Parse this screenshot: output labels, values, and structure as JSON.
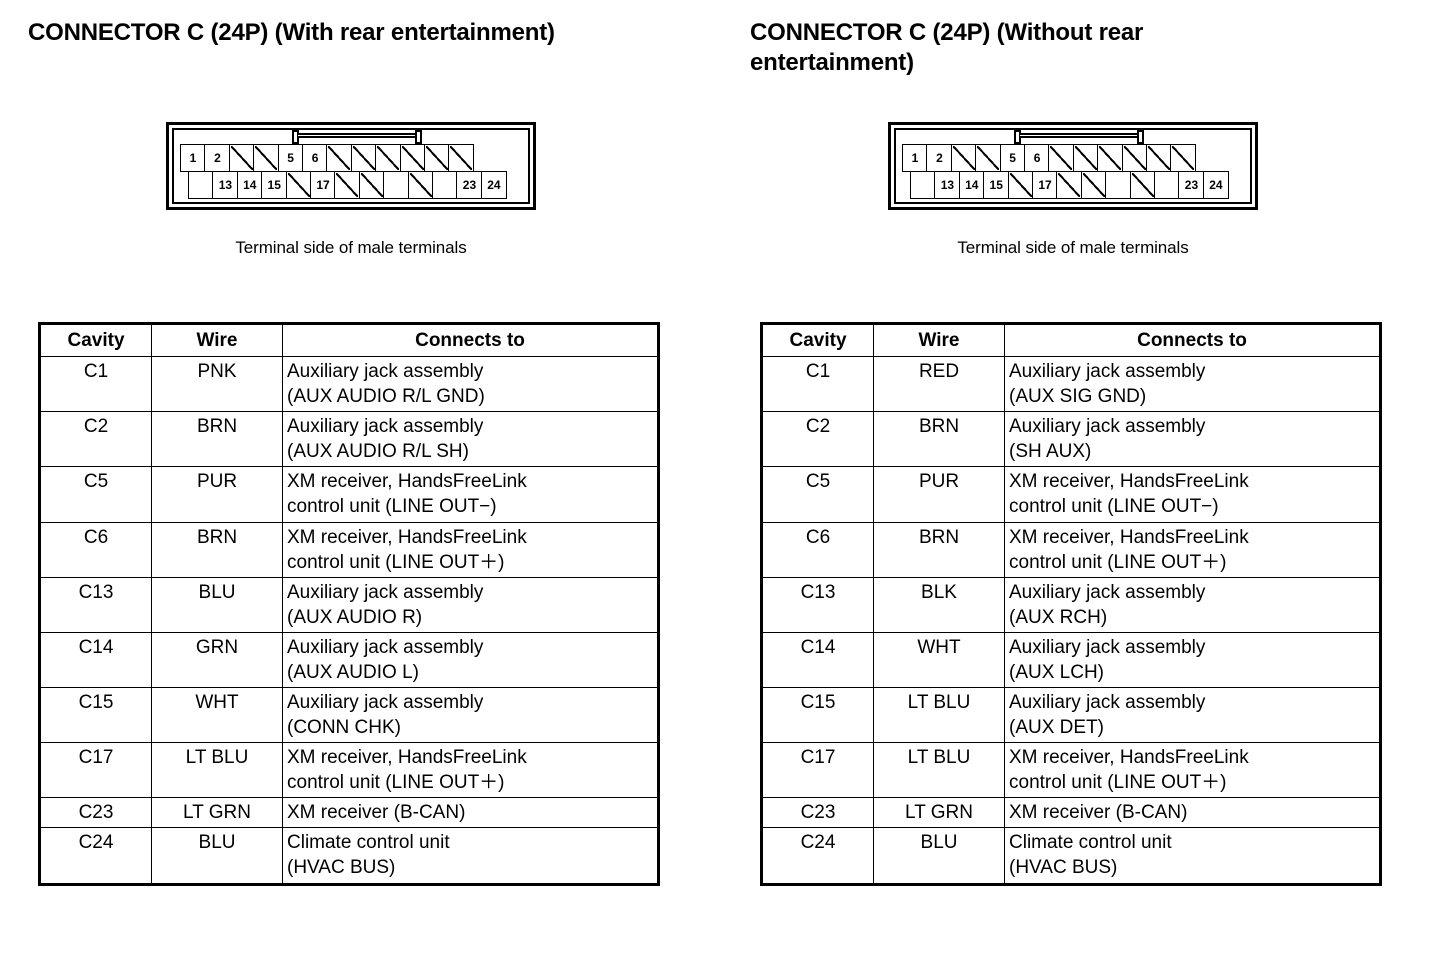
{
  "panels": [
    {
      "id": "with-rear-entertainment",
      "title": "CONNECTOR C (24P) (With rear entertainment)",
      "connector": {
        "caption": "Terminal side of male terminals",
        "top_row": [
          "1",
          "2",
          "/",
          "/",
          "5",
          "6",
          "/",
          "/",
          "/",
          "/",
          "/",
          "/"
        ],
        "bottom_row": [
          "",
          "13",
          "14",
          "15",
          "/",
          "17",
          "/",
          "/",
          "",
          "/",
          "",
          "23",
          "24"
        ]
      },
      "table": {
        "headers": [
          "Cavity",
          "Wire",
          "Connects to"
        ],
        "rows": [
          {
            "cavity": "C1",
            "wire": "PNK",
            "line1": "Auxiliary jack assembly",
            "line2": "(AUX AUDIO R/L GND)"
          },
          {
            "cavity": "C2",
            "wire": "BRN",
            "line1": "Auxiliary jack assembly",
            "line2": "(AUX AUDIO R/L SH)"
          },
          {
            "cavity": "C5",
            "wire": "PUR",
            "line1": "XM receiver, HandsFreeLink",
            "line2": "control unit (LINE OUT−)"
          },
          {
            "cavity": "C6",
            "wire": "BRN",
            "line1": "XM receiver, HandsFreeLink",
            "line2": "control unit (LINE OUT＋)"
          },
          {
            "cavity": "C13",
            "wire": "BLU",
            "line1": "Auxiliary jack assembly",
            "line2": "(AUX AUDIO R)"
          },
          {
            "cavity": "C14",
            "wire": "GRN",
            "line1": "Auxiliary jack assembly",
            "line2": "(AUX AUDIO L)"
          },
          {
            "cavity": "C15",
            "wire": "WHT",
            "line1": "Auxiliary jack assembly",
            "line2": "(CONN CHK)"
          },
          {
            "cavity": "C17",
            "wire": "LT BLU",
            "line1": "XM receiver, HandsFreeLink",
            "line2": "control unit (LINE OUT＋)"
          },
          {
            "cavity": "C23",
            "wire": "LT GRN",
            "line1": "XM receiver (B-CAN)",
            "line2": ""
          },
          {
            "cavity": "C24",
            "wire": "BLU",
            "line1": "Climate control unit",
            "line2": "(HVAC BUS)"
          }
        ]
      }
    },
    {
      "id": "without-rear-entertainment",
      "title": "CONNECTOR C (24P) (Without rear entertainment)",
      "connector": {
        "caption": "Terminal side of male terminals",
        "top_row": [
          "1",
          "2",
          "/",
          "/",
          "5",
          "6",
          "/",
          "/",
          "/",
          "/",
          "/",
          "/"
        ],
        "bottom_row": [
          "",
          "13",
          "14",
          "15",
          "/",
          "17",
          "/",
          "/",
          "",
          "/",
          "",
          "23",
          "24"
        ]
      },
      "table": {
        "headers": [
          "Cavity",
          "Wire",
          "Connects to"
        ],
        "rows": [
          {
            "cavity": "C1",
            "wire": "RED",
            "line1": "Auxiliary jack assembly",
            "line2": "(AUX SIG GND)"
          },
          {
            "cavity": "C2",
            "wire": "BRN",
            "line1": "Auxiliary jack assembly",
            "line2": "(SH AUX)"
          },
          {
            "cavity": "C5",
            "wire": "PUR",
            "line1": "XM receiver, HandsFreeLink",
            "line2": "control unit (LINE OUT−)"
          },
          {
            "cavity": "C6",
            "wire": "BRN",
            "line1": "XM receiver, HandsFreeLink",
            "line2": "control unit (LINE OUT＋)"
          },
          {
            "cavity": "C13",
            "wire": "BLK",
            "line1": "Auxiliary jack assembly",
            "line2": "(AUX RCH)"
          },
          {
            "cavity": "C14",
            "wire": "WHT",
            "line1": "Auxiliary jack assembly",
            "line2": "(AUX LCH)"
          },
          {
            "cavity": "C15",
            "wire": "LT BLU",
            "line1": "Auxiliary jack assembly",
            "line2": "(AUX DET)"
          },
          {
            "cavity": "C17",
            "wire": "LT BLU",
            "line1": "XM receiver, HandsFreeLink",
            "line2": "control unit (LINE OUT＋)"
          },
          {
            "cavity": "C23",
            "wire": "LT GRN",
            "line1": "XM receiver (B-CAN)",
            "line2": ""
          },
          {
            "cavity": "C24",
            "wire": "BLU",
            "line1": "Climate control unit",
            "line2": "(HVAC BUS)"
          }
        ]
      }
    }
  ],
  "colors": {
    "ink": "#000000",
    "paper": "#ffffff"
  }
}
